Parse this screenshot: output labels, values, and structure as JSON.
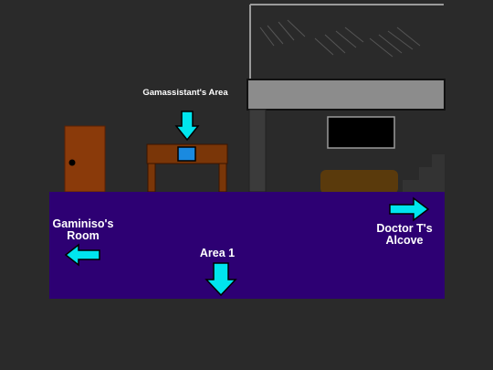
{
  "scene": {
    "colors": {
      "background": "#2a2a2a",
      "floor": "#2d0073",
      "door": "#8a3a0a",
      "desk": "#7a3608",
      "screen": "#1a8ae0",
      "arrow": "#00e5ee",
      "upper_floor": "#8c8c8c",
      "couch": "#5a3a0c"
    },
    "labels": {
      "gamassistant_area": "Gamassistant's Area",
      "gaminiso_room": "Gaminiso's Room",
      "area_1": "Area 1",
      "doctor_t_alcove": "Doctor T's Alcove"
    },
    "arrows": {
      "gamassistant_area": "down-arrow-icon",
      "gaminiso_room": "left-arrow-icon",
      "area_1": "down-arrow-icon",
      "doctor_t_alcove": "right-arrow-icon"
    }
  }
}
